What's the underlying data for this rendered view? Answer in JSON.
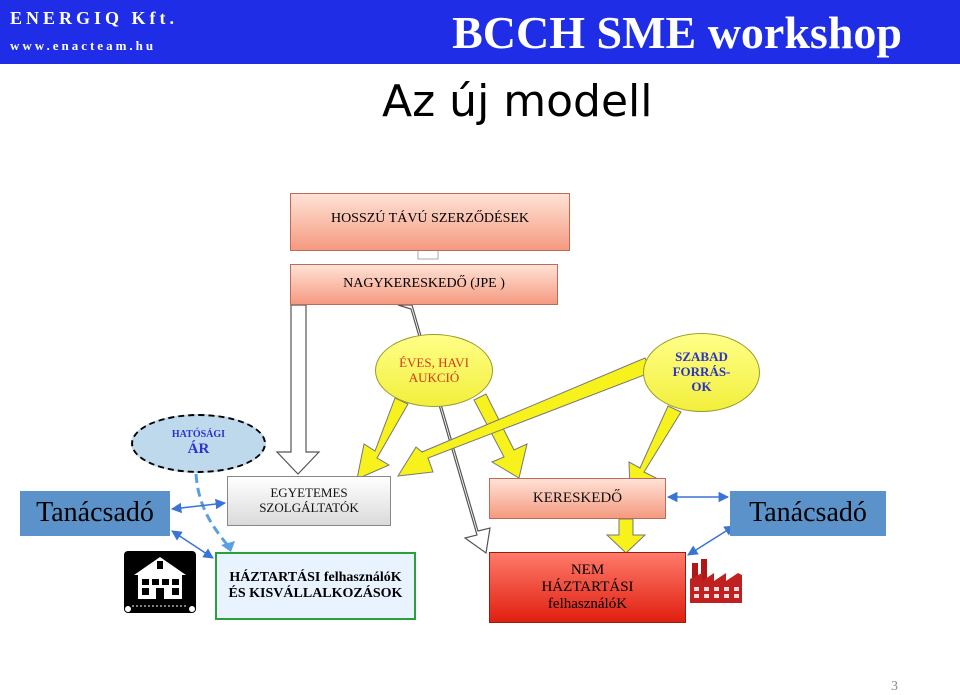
{
  "header": {
    "company": "ENERGIQ Kft.",
    "website": "www.enacteam.hu",
    "workshop": "BCCH SME workshop"
  },
  "title": "Az új modell",
  "diagram": {
    "contracts": "HOSSZÚ TÁVÚ SZERZŐDÉSEK",
    "wholesaler": "NAGYKERESKEDŐ (JPE )",
    "annual_auction": "ÉVES, HAVI AUKCIÓ",
    "free_sources": "SZABAD FORRÁS-OK",
    "regulated_price_line1": "HATÓSÁGI",
    "regulated_price_line2": "ÁR",
    "consultant_left": "Tanácsadó",
    "consultant_right": "Tanácsadó",
    "universal_service": "EGYETEMES SZOLGÁLTATÓK",
    "trader": "KERESKEDŐ",
    "household": "HÁZTARTÁSI felhasználóK ÉS KISVÁLLALKOZÁSOK",
    "non_household": "NEM HÁZTARTÁSI felhasználóK",
    "house_icon": "house-icon",
    "factory_icon": "factory-icon"
  },
  "colors": {
    "header_blue": "#1f2ee6",
    "box_salmon": "#f49a80",
    "ellipse_yellow": "#f2ef3c",
    "consultant_blue": "#5a92c9",
    "non_household_red": "#e01f10",
    "household_border_green": "#29a13a",
    "arrow_yellow": "#f7f21c",
    "arrow_blue": "#3a73d6"
  },
  "page_number": "3"
}
